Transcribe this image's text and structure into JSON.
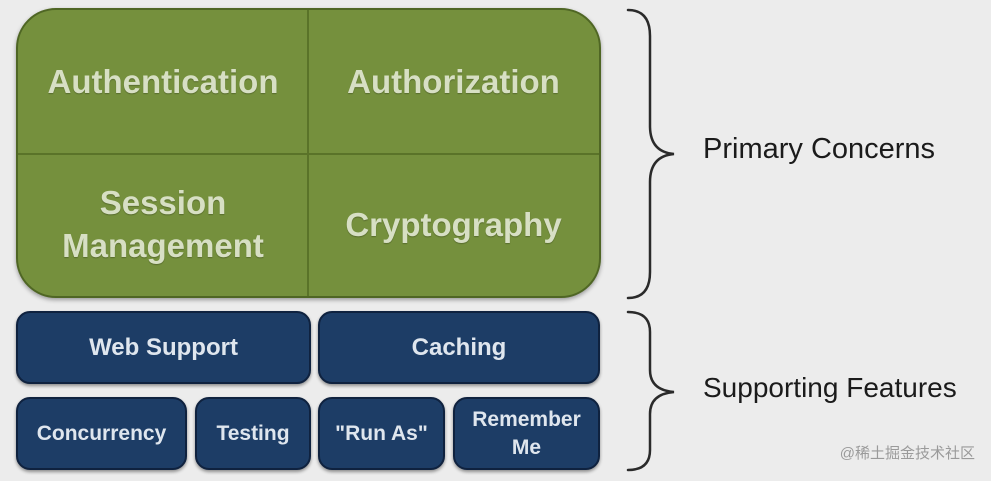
{
  "primary_concerns": {
    "label": "Primary Concerns",
    "cells": {
      "top_left": "Authentication",
      "top_right": "Authorization",
      "bottom_left": "Session\nManagement",
      "bottom_right": "Cryptography"
    }
  },
  "supporting_features": {
    "label": "Supporting Features",
    "row1": [
      "Web Support",
      "Caching"
    ],
    "row2": [
      "Concurrency",
      "Testing",
      "\"Run As\"",
      "Remember\nMe"
    ]
  },
  "watermark": "@稀土掘金技术社区",
  "colors": {
    "primary_fill": "#75903d",
    "feature_fill": "#1d3d66",
    "background": "#ececec"
  }
}
